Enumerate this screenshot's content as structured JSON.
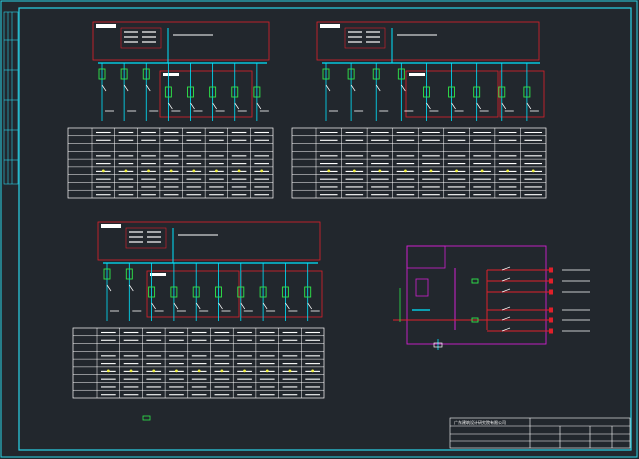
{
  "drawing": {
    "title_block": {
      "company": "广东建筑设计研究院有限公司"
    },
    "panels": [
      {
        "id": "panel-1",
        "feeders": 8
      },
      {
        "id": "panel-2",
        "feeders": 9
      },
      {
        "id": "panel-3",
        "feeders": 10
      }
    ],
    "colors": {
      "background": "#22272d",
      "frame": "#00e5ff",
      "busbar": "#00e5ff",
      "box_red": "#e0202a",
      "breaker_green": "#2ee84a",
      "table_line": "#ffffff",
      "detail_magenta": "#d020d0",
      "highlight_yellow": "#f0f040"
    }
  }
}
